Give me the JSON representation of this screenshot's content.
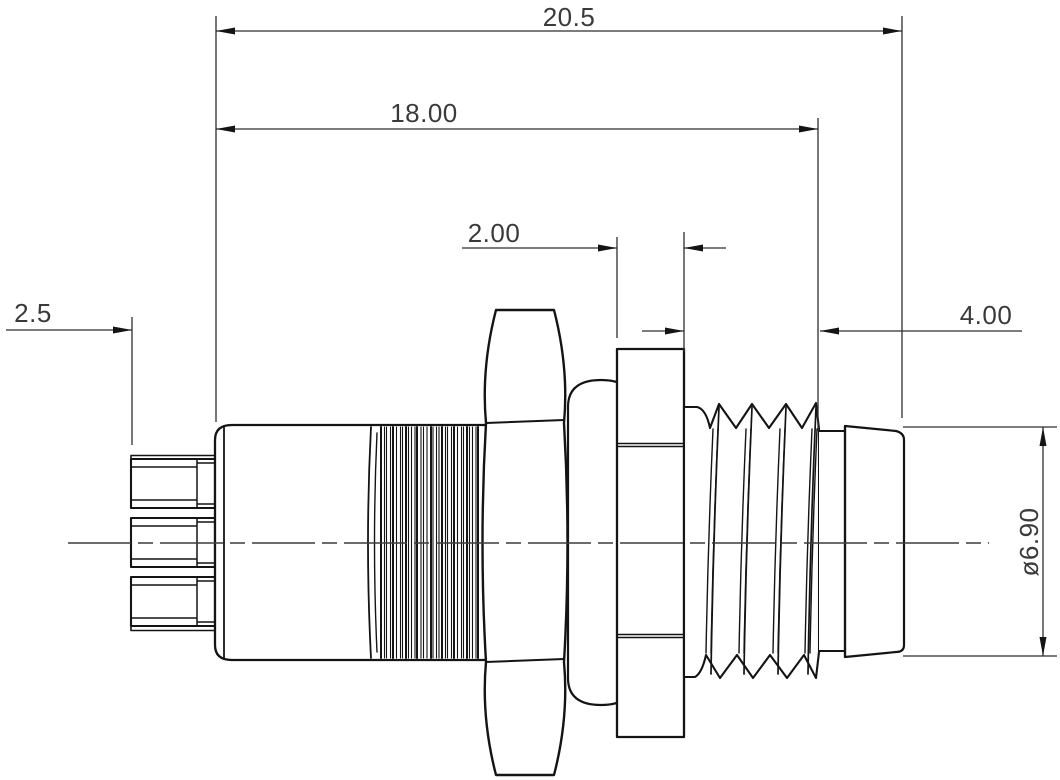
{
  "drawing": {
    "kind": "technical-dimension-drawing",
    "subject": "threaded circular panel-mount connector, side view",
    "background_color": "#ffffff",
    "outline_color": "#141414",
    "dimension_color": "#2e2e2e",
    "text_color": "#3a3a3a",
    "dimensions": {
      "overall_length": "20.5",
      "body_length": "18.00",
      "flange_thickness": "2.00",
      "terminal_length": "2.5",
      "thread_length": "4.00",
      "tip_diameter": "ø6.90"
    }
  }
}
